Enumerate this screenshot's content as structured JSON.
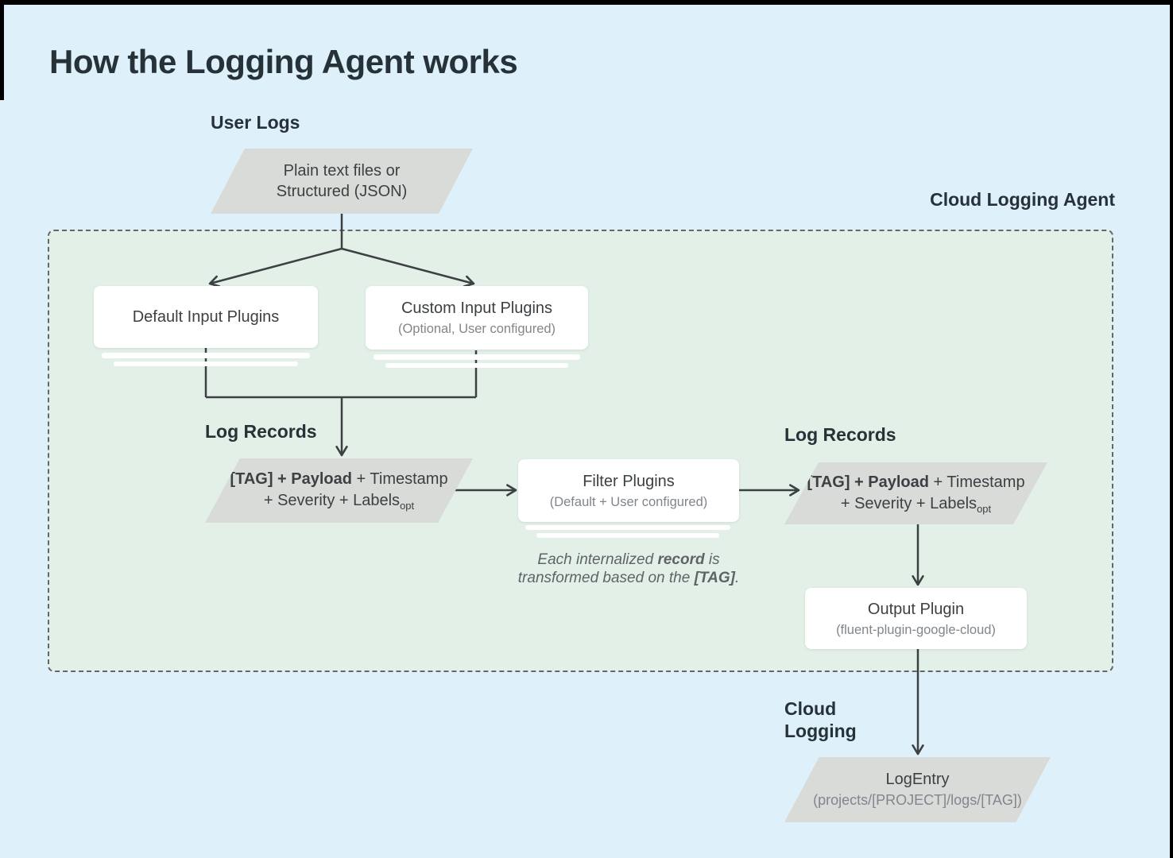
{
  "page": {
    "title": "How the Logging Agent works"
  },
  "colors": {
    "page_background": "#def1fa",
    "agent_container_background": "#e3f0e8",
    "parallelogram_gray": "#d9dbd9",
    "box_white": "#ffffff",
    "arrow_line": "#3c4043",
    "heading_text": "#263238",
    "body_text": "#3c4043",
    "muted_text": "#80868b",
    "note_text": "#5f6368",
    "dashed_border": "#63676b"
  },
  "labels": {
    "user_logs": "User Logs",
    "cloud_logging_agent": "Cloud Logging Agent",
    "log_records_left": "Log Records",
    "log_records_right": "Log Records",
    "cloud_logging": "Cloud Logging"
  },
  "nodes": {
    "user_log_files": {
      "line1": "Plain text files or",
      "line2": "Structured (JSON)"
    },
    "default_input_plugins": {
      "title": "Default Input Plugins"
    },
    "custom_input_plugins": {
      "title": "Custom Input Plugins",
      "subtitle": "(Optional, User configured)"
    },
    "log_record_left": {
      "bold": "[TAG] + Payload",
      "tail": " + Timestamp",
      "line2": "+ Severity + Labels",
      "subscript": "opt"
    },
    "filter_plugins": {
      "title": "Filter Plugins",
      "subtitle": "(Default + User configured)"
    },
    "log_record_right": {
      "bold": "[TAG] + Payload",
      "tail": " + Timestamp",
      "line2": "+ Severity + Labels",
      "subscript": "opt"
    },
    "output_plugin": {
      "title": "Output Plugin",
      "subtitle": "(fluent-plugin-google-cloud)"
    },
    "log_entry": {
      "title": "LogEntry",
      "subtitle": "(projects/[PROJECT]/logs/[TAG])"
    }
  },
  "note": {
    "seg1": "Each internalized ",
    "bold1": "record",
    "seg2": " is transformed based on the ",
    "bold2": "[TAG]",
    "seg3": "."
  }
}
